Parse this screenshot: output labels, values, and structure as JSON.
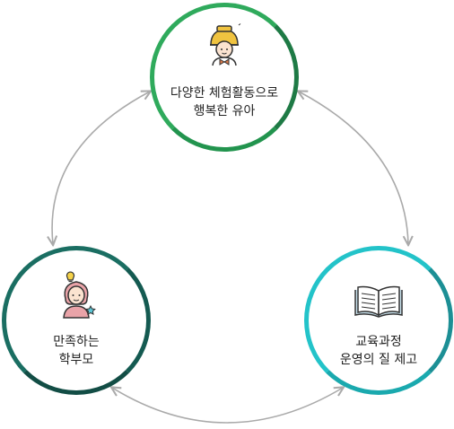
{
  "nodes": {
    "top": {
      "line1": "다양한 체험활동으로",
      "line2": "행복한 유아",
      "icon": "boy-with-hat-icon",
      "border_color": "#2faa5c"
    },
    "left": {
      "line1": "만족하는",
      "line2": "학부모",
      "icon": "parent-with-idea-icon",
      "border_color": "#1a6e62"
    },
    "right": {
      "line1": "교육과정",
      "line2": "운영의 질 제고",
      "icon": "open-book-icon",
      "border_color": "#23c3c9"
    }
  },
  "connector_color": "#aaaaaa"
}
